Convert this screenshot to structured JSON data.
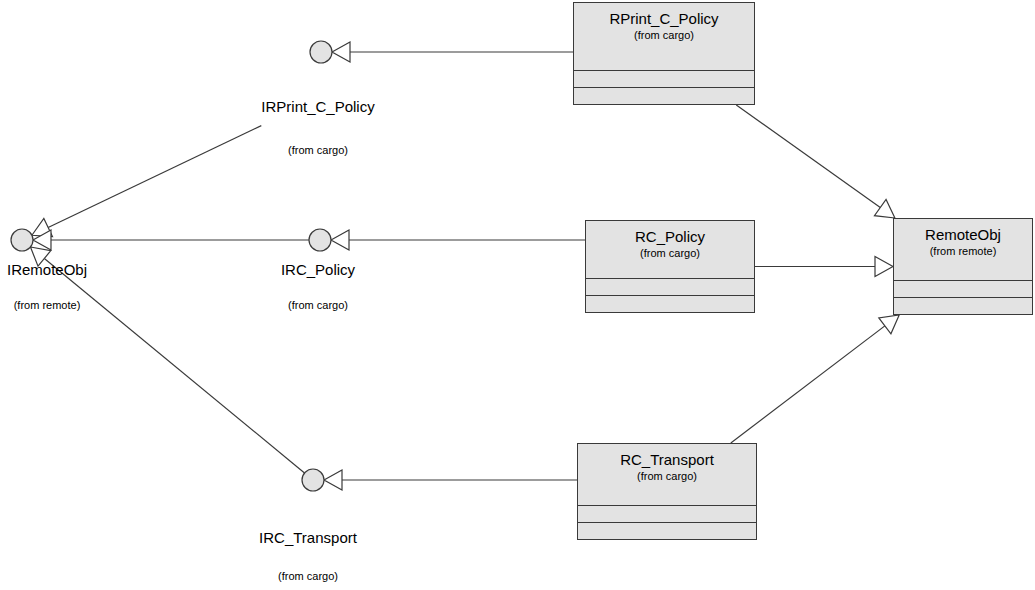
{
  "diagram": {
    "nodes": [
      {
        "text": [
          "RPrint_C_Policy",
          "(from cargo)"
        ]
      },
      {
        "text": [
          "IRPrint_C_Policy",
          "(from cargo)"
        ]
      },
      {
        "text": [
          "IRemoteObj",
          "(from remote)"
        ]
      },
      {
        "text": [
          "IRC_Policy",
          "(from cargo)"
        ]
      },
      {
        "text": [
          "RC_Policy",
          "(from cargo)"
        ]
      },
      {
        "text": [
          "RemoteObj",
          "(from remote)"
        ]
      },
      {
        "text": [
          "RC_Transport",
          "(from cargo)"
        ]
      },
      {
        "text": [
          "IRC_Transport",
          "(from cargo)"
        ]
      }
    ],
    "edges": [
      {
        "from": 0,
        "to": 1,
        "arrow": "to"
      },
      {
        "from": 0,
        "to": 5,
        "arrow": "to"
      },
      {
        "from": 1,
        "to": 2,
        "arrow": "to"
      },
      {
        "from": 3,
        "to": 2,
        "arrow": "to"
      },
      {
        "from": 4,
        "to": 3,
        "arrow": "to"
      },
      {
        "from": 4,
        "to": 5,
        "arrow": "to"
      },
      {
        "from": 6,
        "to": 5,
        "arrow": "to"
      },
      {
        "from": 6,
        "to": 7,
        "arrow": "to"
      },
      {
        "from": 7,
        "to": 2,
        "arrow": "to"
      }
    ]
  }
}
